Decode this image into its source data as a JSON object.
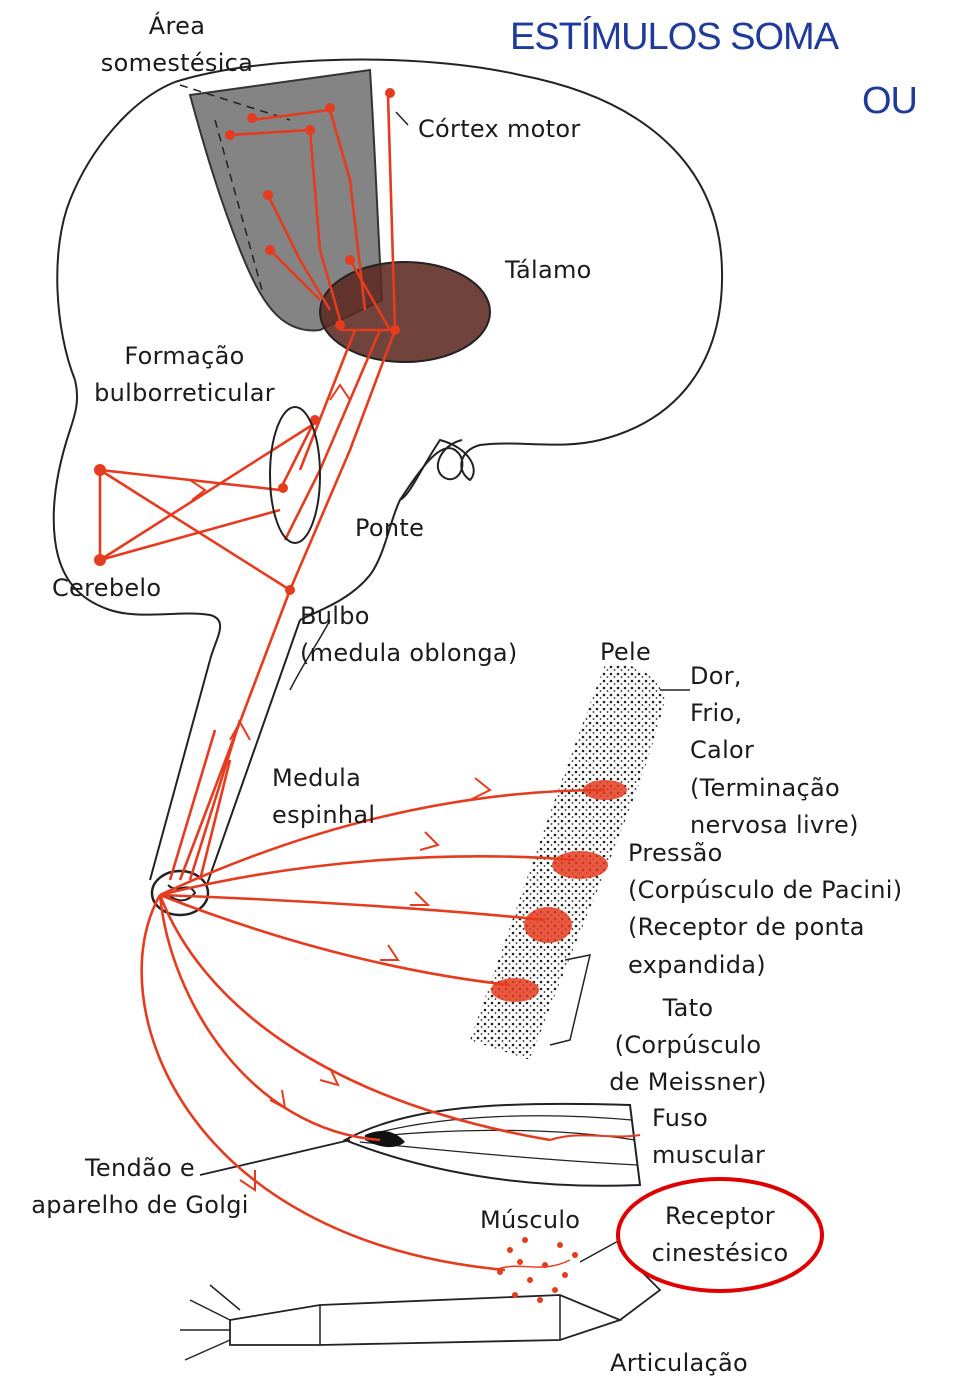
{
  "title": {
    "line1": "ESTÍMULOS SOMA",
    "line2": "OU"
  },
  "labels": {
    "area_somestesica": [
      "Área",
      "somestésica"
    ],
    "cortex_motor": "Córtex motor",
    "talamo": "Tálamo",
    "formacao_bulborreticular": [
      "Formação",
      "bulborreticular"
    ],
    "ponte": "Ponte",
    "cerebelo": "Cerebelo",
    "bulbo": [
      "Bulbo",
      "(medula oblonga)"
    ],
    "pele": "Pele",
    "dor_frio_calor": [
      "Dor,",
      "Frio,",
      "Calor",
      "(Terminação",
      "nervosa livre)"
    ],
    "medula_espinhal": [
      "Medula",
      "espinhal"
    ],
    "pressao": [
      "Pressão",
      "(Corpúsculo de Pacini)",
      "(Receptor de ponta",
      "expandida)"
    ],
    "tato": [
      "Tato",
      "(Corpúsculo",
      "de Meissner)"
    ],
    "fuso_muscular": [
      "Fuso",
      "muscular"
    ],
    "tendao": [
      "Tendão e",
      "aparelho de Golgi"
    ],
    "musculo": "Músculo",
    "receptor_cinestesico": [
      "Receptor",
      "cinestésico"
    ],
    "articulacao": "Articulação"
  },
  "colors": {
    "nerve": "#e53b1f",
    "cortex_fill": "#6f6f6f",
    "thalamus_fill": "#5c2a22",
    "highlight_ring": "#e00000",
    "outline": "#222222",
    "title": "#1f3b9a"
  }
}
